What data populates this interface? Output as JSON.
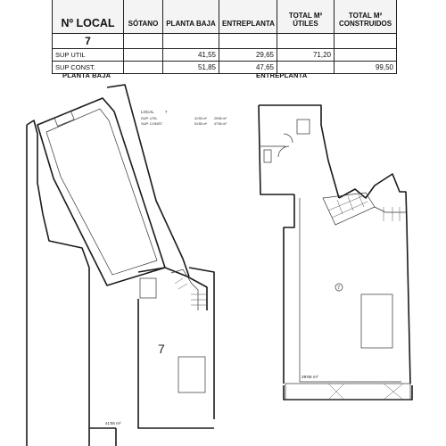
{
  "table": {
    "headers": {
      "local": "Nº LOCAL",
      "sotano": "SÓTANO",
      "planta_baja": "PLANTA BAJA",
      "entreplanta": "ENTREPLANTA",
      "total_utiles": "TOTAL M² ÚTILES",
      "total_construidos": "TOTAL M² CONSTRUIDOS"
    },
    "local_number": "7",
    "rows": [
      {
        "label": "SUP UTIL",
        "sotano": "",
        "planta_baja": "41,55",
        "entreplanta": "29,65",
        "total_utiles": "71,20",
        "total_construidos": ""
      },
      {
        "label": "SUP CONST.",
        "sotano": "",
        "planta_baja": "51,85",
        "entreplanta": "47,65",
        "total_utiles": "",
        "total_construidos": "99,50"
      }
    ]
  },
  "plans": {
    "planta_baja": {
      "title": "PLANTA BAJA",
      "local_label": "LOCAL",
      "local_number": "7",
      "sup_util_label": "SUP. UTIL",
      "sup_const_label": "SUP. CONST.",
      "area_1": "41'55 m²",
      "area_2": "29'65 m²",
      "area_3": "51'85 m²",
      "area_4": "47'65 m²",
      "room_number": "7",
      "room_area": "41'55 m²"
    },
    "entreplanta": {
      "title": "ENTREPLANTA",
      "room_marker": "7",
      "room_area": "29'65 m²"
    }
  }
}
